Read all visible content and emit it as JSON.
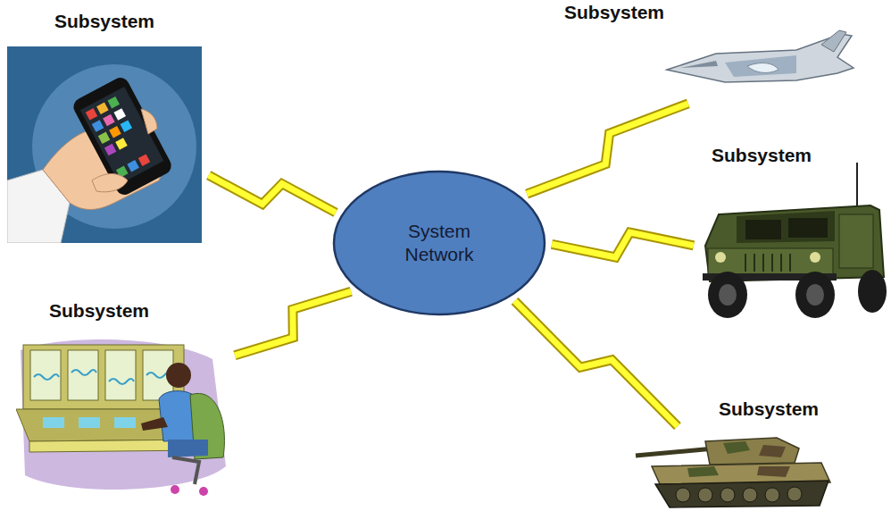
{
  "diagram": {
    "nodes": [
      {
        "text": [
          "Subsystem"
        ]
      },
      {
        "text": [
          "Subsystem"
        ]
      },
      {
        "text": [
          "System Network"
        ]
      },
      {
        "text": [
          "Subsystem"
        ]
      },
      {
        "text": [
          "Subsystem"
        ]
      },
      {
        "text": [
          "Subsystem"
        ]
      }
    ],
    "edges": [
      {
        "from": 2,
        "to": 0,
        "arrow": "none"
      },
      {
        "from": 2,
        "to": 1,
        "arrow": "none"
      },
      {
        "from": 2,
        "to": 3,
        "arrow": "none"
      },
      {
        "from": 2,
        "to": 4,
        "arrow": "none"
      },
      {
        "from": 2,
        "to": 5,
        "arrow": "none"
      }
    ]
  }
}
